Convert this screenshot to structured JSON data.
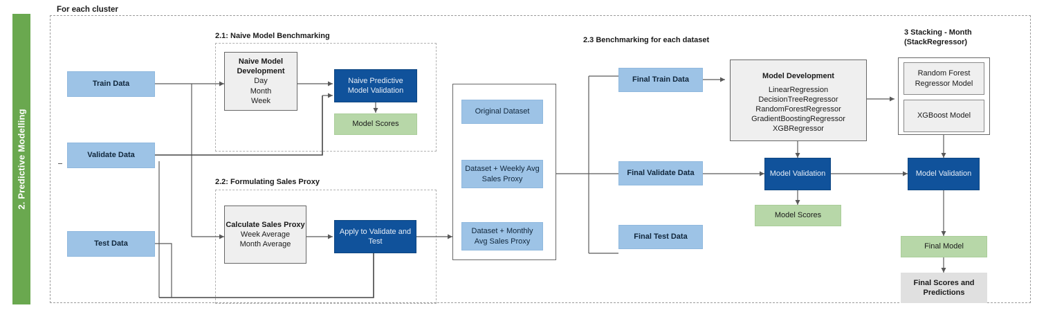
{
  "phase": {
    "label": "2. Predictive Modelling",
    "color": "#6aa84f"
  },
  "outer": {
    "title": "For each cluster"
  },
  "palette": {
    "light_blue": "#9dc3e6",
    "dark_blue": "#10529b",
    "green": "#b7d7a8",
    "grey": "#efefef",
    "flat_grey": "#e0e0e0"
  },
  "inputs": {
    "train": "Train Data",
    "validate": "Validate Data",
    "test": "Test Data"
  },
  "section_21": {
    "title": "2.1: Naive Model Benchmarking",
    "naive_dev": {
      "title": "Naive Model Development",
      "lines": "Day\nMonth\nWeek",
      "line1": "Day",
      "line2": "Month",
      "line3": "Week"
    },
    "naive_validation": "Naive Predictive Model Validation",
    "model_scores": "Model Scores"
  },
  "section_22": {
    "title": "2.2: Formulating Sales Proxy",
    "calc_proxy": {
      "title": "Calculate Sales Proxy",
      "line1": "Week Average",
      "line2": "Month Average"
    },
    "apply": "Apply to Validate and Test"
  },
  "datasets": {
    "original": "Original Dataset",
    "weekly": "Dataset + Weekly Avg Sales Proxy",
    "monthly": "Dataset + Monthly Avg Sales Proxy"
  },
  "section_23": {
    "title": "2.3 Benchmarking for each dataset",
    "final_train": "Final Train Data",
    "final_validate": "Final Validate Data",
    "final_test": "Final Test Data",
    "model_development": {
      "title": "Model Development",
      "models": [
        "LinearRegression",
        "DecisionTreeRegressor",
        "RandomForestRegressor",
        "GradientBoostingRegressor",
        "XGBRegressor"
      ]
    },
    "model_validation": "Model Validation",
    "model_scores": "Model Scores"
  },
  "section_3": {
    "title_line1": "3 Stacking - Month",
    "title_line2": "(StackRegressor)",
    "random_forest": "Random Forest Regressor Model",
    "xgboost": "XGBoost Model",
    "model_validation": "Model Validation",
    "final_model": "Final Model",
    "final_scores": "Final Scores and Predictions"
  }
}
